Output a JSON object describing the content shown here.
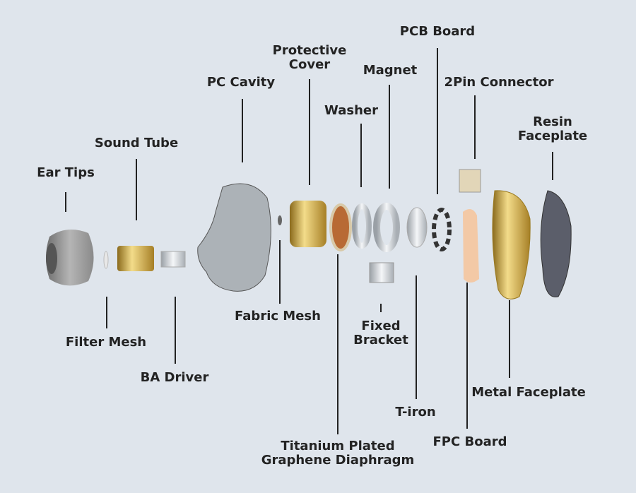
{
  "title": "In-ear monitor exploded view",
  "labels": {
    "ear_tips": "Ear Tips",
    "sound_tube": "Sound Tube",
    "pc_cavity": "PC Cavity",
    "protective_cover_1": "Protective",
    "protective_cover_2": "Cover",
    "washer": "Washer",
    "magnet": "Magnet",
    "pcb_board": "PCB Board",
    "pin_connector": "2Pin Connector",
    "resin_faceplate_1": "Resin",
    "resin_faceplate_2": "Faceplate",
    "filter_mesh": "Filter Mesh",
    "ba_driver": "BA Driver",
    "fabric_mesh": "Fabric Mesh",
    "fixed_bracket_1": "Fixed",
    "fixed_bracket_2": "Bracket",
    "t_iron": "T-iron",
    "diaphragm_1": "Titanium Plated",
    "diaphragm_2": "Graphene Diaphragm",
    "fpc_board": "FPC Board",
    "metal_faceplate": "Metal Faceplate"
  },
  "colors": {
    "background": "#dfe5ec",
    "gold": "#c9a23a",
    "text": "#232323"
  }
}
